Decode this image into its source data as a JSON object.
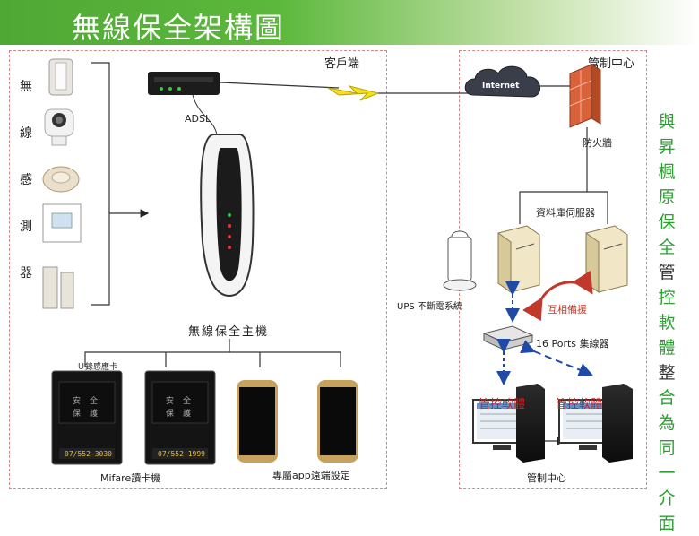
{
  "title": "無線保全架構圖",
  "client_side": {
    "panel_label": "客戶端",
    "sensor_group_label": [
      "無",
      "線",
      "感",
      "測",
      "器"
    ],
    "adsl_label": "ADSL",
    "host_label": "無線保全主機",
    "card_reader_label": "Mifare讀卡機",
    "card_reader_note": "Ｕ錄感應卡",
    "card_screen_text": [
      "安",
      "全",
      "保",
      "護"
    ],
    "card_number_1": "07/552-3030",
    "card_number_2": "07/552-1999",
    "app_label": "專屬app遠端設定"
  },
  "control_center": {
    "panel_label": "管制中心",
    "internet_label": "Internet",
    "firewall_label": "防火牆",
    "db_server_label": "資料庫伺服器",
    "ups_label": "UPS 不斷電系統",
    "backup_label": "互相備援",
    "hub_label": "16 Ports 集線器",
    "software_label_1": "管控軟體",
    "software_label_2": "管控軟體",
    "bottom_label": "管制中心"
  },
  "side_note": [
    {
      "char": "與",
      "color": "#2f9e34"
    },
    {
      "char": "昇",
      "color": "#2f9e34"
    },
    {
      "char": "楓",
      "color": "#2f9e34"
    },
    {
      "char": "原",
      "color": "#2f9e34"
    },
    {
      "char": "保",
      "color": "#2f9e34"
    },
    {
      "char": "全",
      "color": "#2f9e34"
    },
    {
      "char": "管",
      "color": "#333333"
    },
    {
      "char": "控",
      "color": "#2f9e34"
    },
    {
      "char": "軟",
      "color": "#2f9e34"
    },
    {
      "char": "體",
      "color": "#2f9e34"
    },
    {
      "char": "整",
      "color": "#333333"
    },
    {
      "char": "合",
      "color": "#2f9e34"
    },
    {
      "char": "為",
      "color": "#2f9e34"
    },
    {
      "char": "同",
      "color": "#2f9e34"
    },
    {
      "char": "一",
      "color": "#2f9e34"
    },
    {
      "char": "介",
      "color": "#2f9e34"
    },
    {
      "char": "面",
      "color": "#2f9e34"
    }
  ],
  "colors": {
    "banner": "#5cb83c",
    "panel_border": "#d78787",
    "firewall": "#d9623a",
    "lightning": "#f5e11a",
    "red_arrow": "#c0392b",
    "blue_arrow": "#1f4aa8",
    "software_label": "#d21f1f"
  }
}
